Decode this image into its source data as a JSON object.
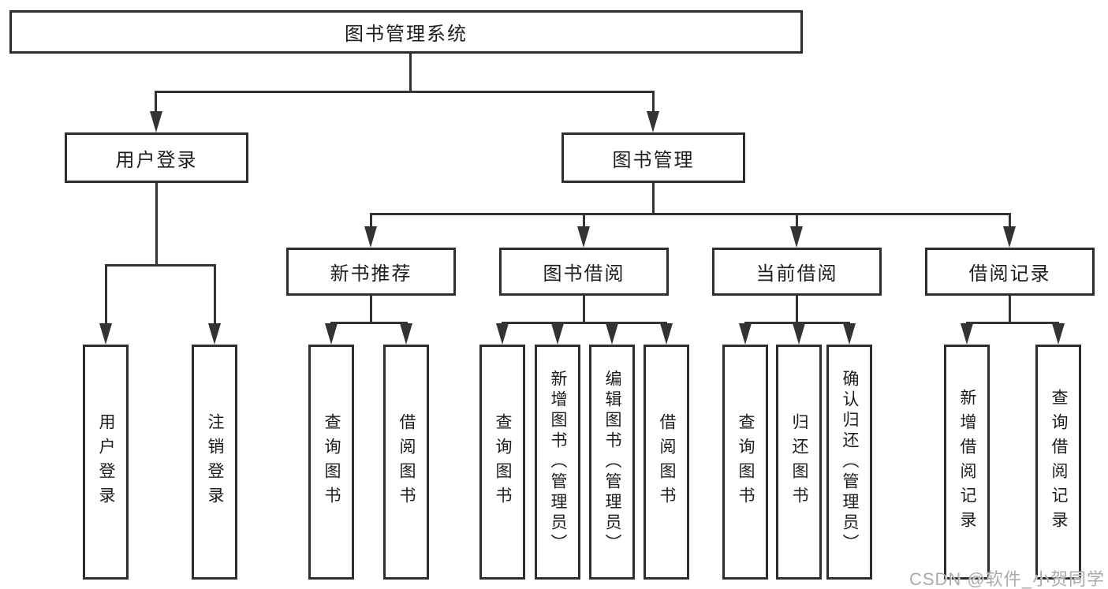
{
  "diagram": {
    "type": "hierarchy-tree",
    "orientation": "top-down"
  },
  "colors": {
    "line": "#333333",
    "box_border": "#2e2e2e",
    "box_fill": "#ffffff",
    "text": "#1d1d1d",
    "watermark": "#ababab"
  },
  "tree": {
    "root": {
      "label": "图书管理系统"
    },
    "branches": [
      {
        "label": "用户登录",
        "children": [
          {
            "label": "用户登录"
          },
          {
            "label": "注销登录"
          }
        ]
      },
      {
        "label": "图书管理",
        "children": [
          {
            "label": "新书推荐",
            "children": [
              {
                "label": "查询图书"
              },
              {
                "label": "借阅图书"
              }
            ]
          },
          {
            "label": "图书借阅",
            "children": [
              {
                "label": "查询图书"
              },
              {
                "label": "新增图书（管理员）"
              },
              {
                "label": "编辑图书（管理员）"
              },
              {
                "label": "借阅图书"
              }
            ]
          },
          {
            "label": "当前借阅",
            "children": [
              {
                "label": "查询图书"
              },
              {
                "label": "归还图书"
              },
              {
                "label": "确认归还（管理员）"
              }
            ]
          },
          {
            "label": "借阅记录",
            "children": [
              {
                "label": "新增借阅记录"
              },
              {
                "label": "查询借阅记录"
              }
            ]
          }
        ]
      }
    ]
  },
  "watermark": {
    "text": "CSDN @软件_小贺同学"
  }
}
